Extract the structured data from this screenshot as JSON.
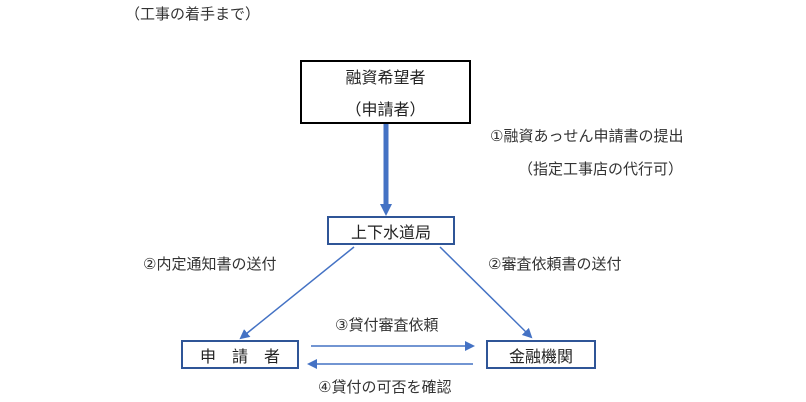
{
  "header_note": "（工事の着手まで）",
  "nodes": {
    "applicant_top": {
      "line1": "融資希望者",
      "line2": "（申請者）"
    },
    "bureau": "上下水道局",
    "applicant": "申　請　者",
    "bank": "金融機関"
  },
  "edge_labels": {
    "step1_line1": "①融資あっせん申請書の提出",
    "step1_line2": "（指定工事店の代行可）",
    "step2": "②内定通知書の送付",
    "step2b": "②審査依頼書の送付",
    "step3": "③貸付審査依頼",
    "step4": "④貸付の可否を確認"
  },
  "colors": {
    "arrow": "#4472C4",
    "box_border_blue": "#2F5597",
    "box_border_black": "#000000"
  }
}
